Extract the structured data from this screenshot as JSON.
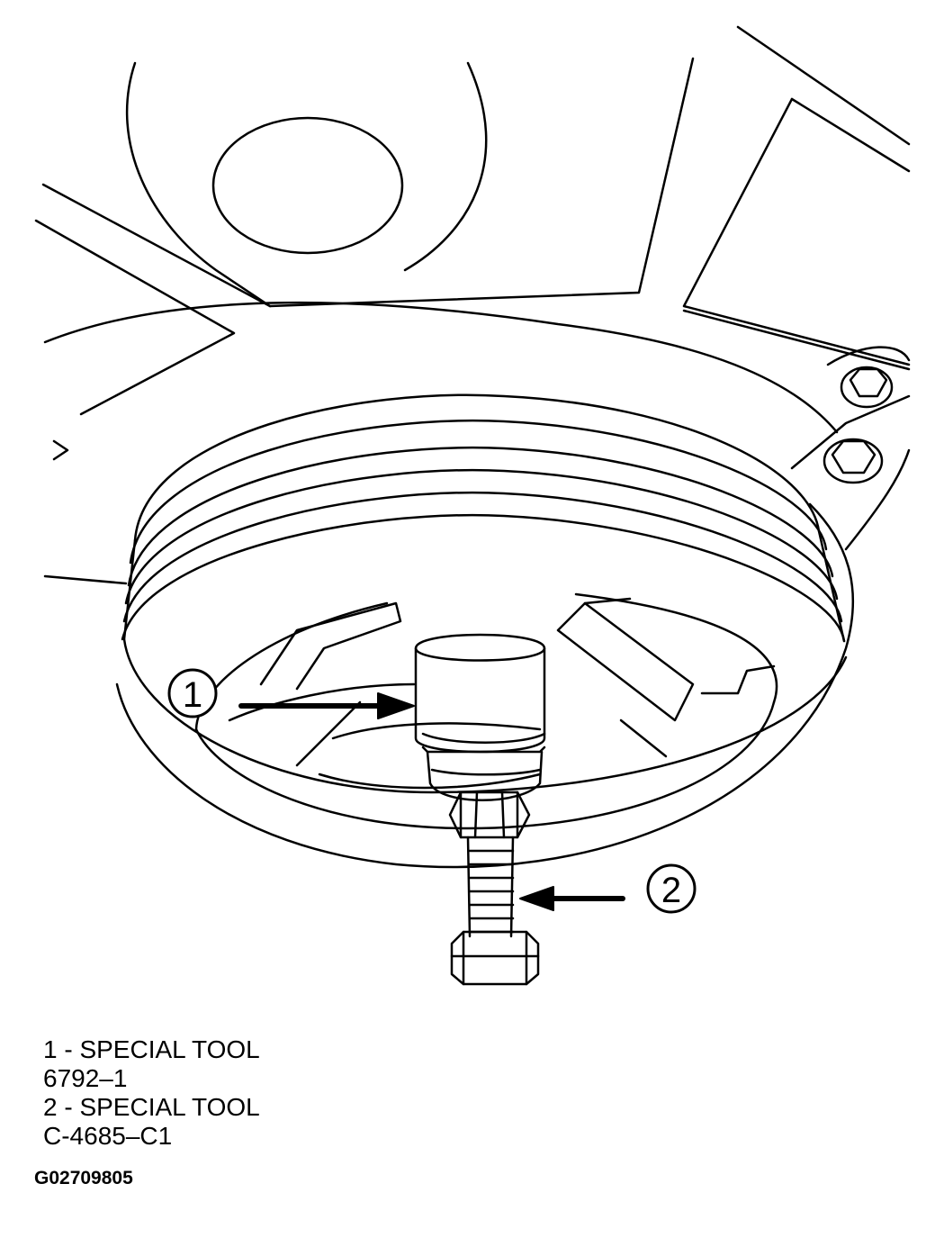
{
  "callouts": [
    {
      "number": "1"
    },
    {
      "number": "2"
    }
  ],
  "legend": [
    {
      "line1": "1 - SPECIAL TOOL",
      "line2": "6792–1"
    },
    {
      "line1": "2 - SPECIAL TOOL",
      "line2": "C-4685–C1"
    }
  ],
  "figure_code": "G02709805"
}
